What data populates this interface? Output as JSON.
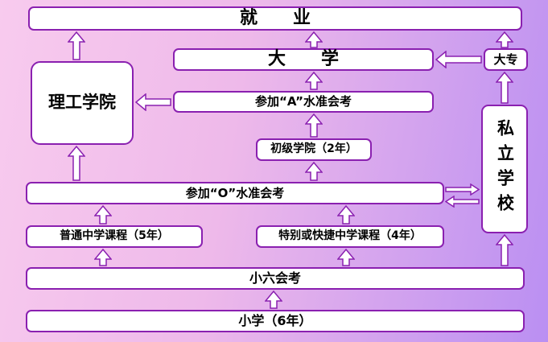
{
  "colors": {
    "border": "#8a20b0",
    "box_fill": "#ffffff",
    "text": "#000000",
    "background_left": "#f8cbee",
    "background_right": "#ba8ff2",
    "arrow_fill": "#ffffff",
    "arrow_outline": "#8a20b0"
  },
  "nodes": {
    "employment": "就　　业",
    "university": "大　　学",
    "diploma": "大专",
    "polytechnic": "理工学院",
    "a_level": "参加“A”水准会考",
    "junior_college": "初级学院（2年）",
    "private_school": "私立学校",
    "o_level": "参加“O”水准会考",
    "normal_course": "普通中学课程（5年）",
    "express_course": "特别或快捷中学课程（4年）",
    "psle": "小六会考",
    "primary": "小学（6年）"
  },
  "edges": [
    {
      "from": "polytechnic",
      "to": "employment"
    },
    {
      "from": "university",
      "to": "employment"
    },
    {
      "from": "diploma",
      "to": "employment"
    },
    {
      "from": "diploma",
      "to": "university"
    },
    {
      "from": "a_level",
      "to": "university"
    },
    {
      "from": "a_level",
      "to": "polytechnic"
    },
    {
      "from": "junior_college",
      "to": "a_level"
    },
    {
      "from": "private_school",
      "to": "diploma"
    },
    {
      "from": "o_level",
      "to": "junior_college"
    },
    {
      "from": "o_level",
      "to": "polytechnic"
    },
    {
      "from": "o_level",
      "to": "private_school"
    },
    {
      "from": "private_school",
      "to": "o_level"
    },
    {
      "from": "normal_course",
      "to": "o_level"
    },
    {
      "from": "express_course",
      "to": "o_level"
    },
    {
      "from": "psle",
      "to": "normal_course"
    },
    {
      "from": "psle",
      "to": "express_course"
    },
    {
      "from": "psle",
      "to": "private_school"
    },
    {
      "from": "primary",
      "to": "psle"
    }
  ]
}
